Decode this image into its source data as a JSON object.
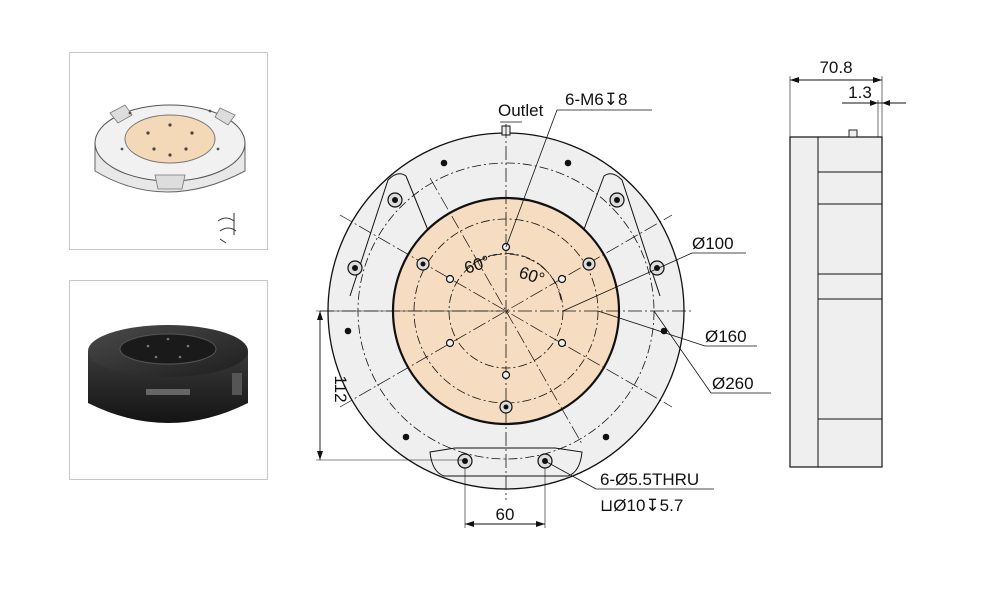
{
  "photos": {
    "top_render_alt": "",
    "bottom_photo_alt": ""
  },
  "front_view": {
    "outlet_label": "Outlet",
    "tapped_holes_label": "6-M6↧8",
    "angle_label_left": "60°",
    "angle_label_right": "60°",
    "dia_100": "Ø100",
    "dia_160": "Ø160",
    "dia_260": "Ø260",
    "height_112": "112",
    "width_60": "60",
    "thru_holes_label": "6-Ø5.5THRU",
    "counterbore_label": "⊔Ø10↧5.7"
  },
  "side_view": {
    "thickness_total": "70.8",
    "step_depth": "1.3"
  },
  "colors": {
    "table_fill": "#f6dcc0",
    "body_fill": "#efefef",
    "line": "#111111",
    "photo_frame": "#c8c8c8",
    "dark_body": "#2b2b2b"
  }
}
